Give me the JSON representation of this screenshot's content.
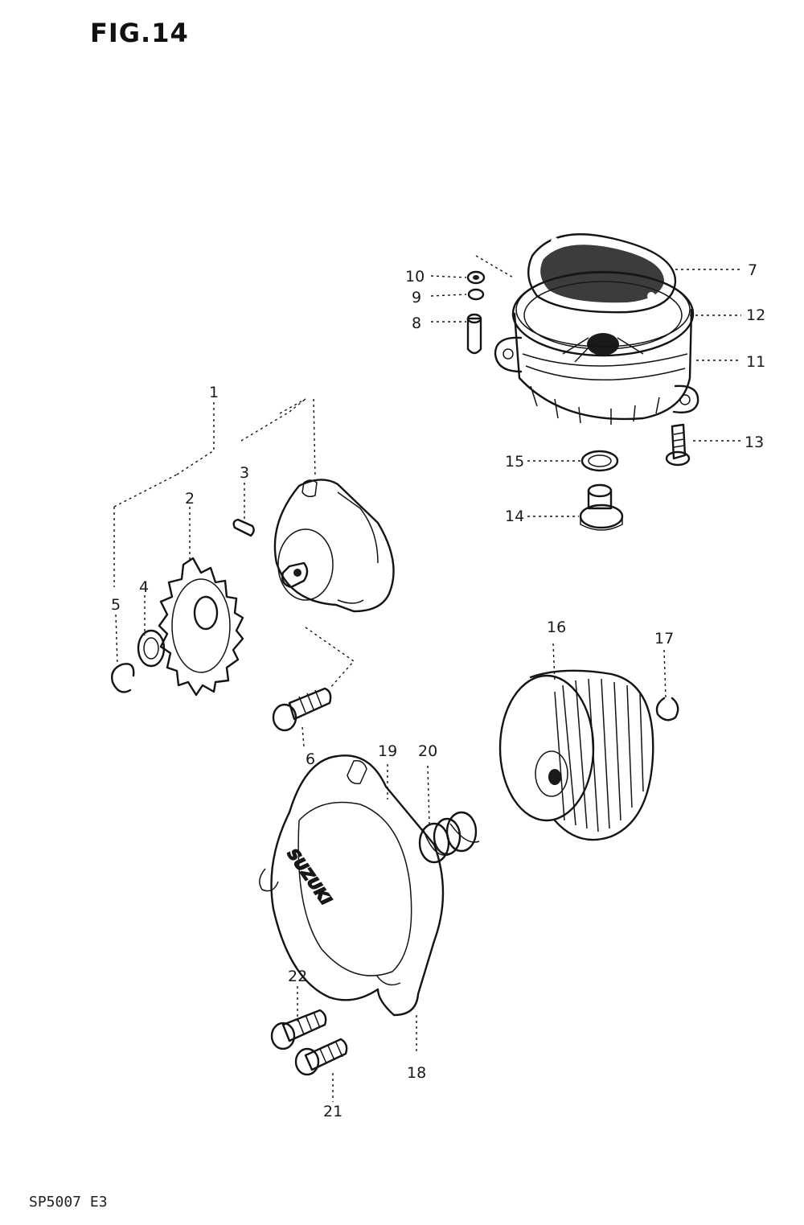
{
  "figure": {
    "title": "FIG.14",
    "footer": "SP5007 E3"
  },
  "callouts": {
    "c1": "1",
    "c2": "2",
    "c3": "3",
    "c4": "4",
    "c5": "5",
    "c6": "6",
    "c7": "7",
    "c8": "8",
    "c9": "9",
    "c10": "10",
    "c11": "11",
    "c12": "12",
    "c13": "13",
    "c14": "14",
    "c15": "15",
    "c16": "16",
    "c17": "17",
    "c18": "18",
    "c19": "19",
    "c20": "20",
    "c21": "21",
    "c22": "22"
  },
  "cover_logo": "SUZUKI"
}
